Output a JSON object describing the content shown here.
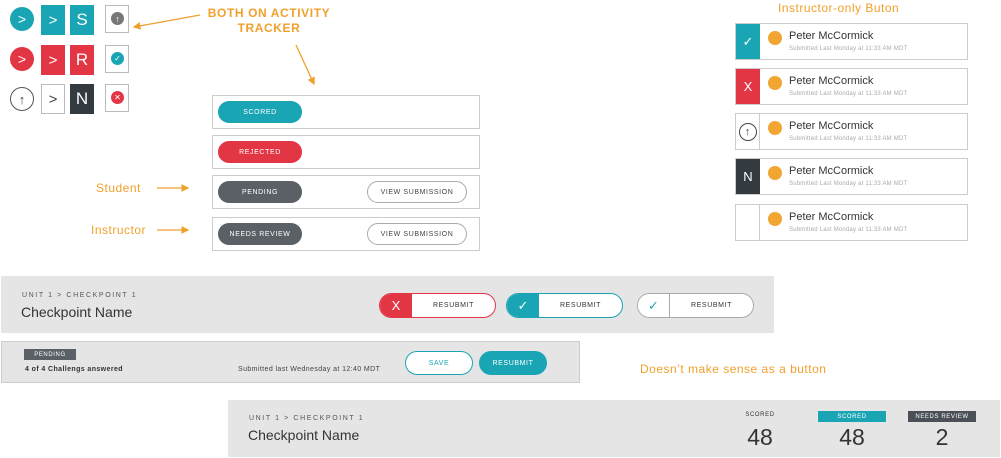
{
  "annotations": {
    "both_tracker": "BOTH ON ACTIVITY\nTRACKER",
    "instructor_only": "Instructor-only Buton",
    "student": "Student",
    "instructor": "Instructor",
    "no_sense": "Doesn’t make sense as a button"
  },
  "icon_grid": {
    "row1": [
      ">",
      ">",
      "S"
    ],
    "row2": [
      ">",
      ">",
      "R"
    ],
    "row3": [
      "↑",
      ">",
      "N"
    ]
  },
  "status_rows": {
    "scored": "SCORED",
    "rejected": "REJECTED",
    "pending": "PENDING",
    "needs_review": "NEEDS REVIEW",
    "view_submission": "VIEW SUBMISSION"
  },
  "submission_cards": [
    {
      "marker": "✓",
      "name": "Peter McCormick",
      "sub": "Submitted Last Monday at 11:33 AM MDT"
    },
    {
      "marker": "X",
      "name": "Peter McCormick",
      "sub": "Submitted Last Monday at 11:33 AM MDT"
    },
    {
      "marker": "↑",
      "name": "Peter McCormick",
      "sub": "Submitted Last Monday at 11:33 AM MDT"
    },
    {
      "marker": "N",
      "name": "Peter McCormick",
      "sub": "Submitted Last Monday at 11:33 AM MDT"
    },
    {
      "marker": "",
      "name": "Peter McCormick",
      "sub": "Submitted Last Monday at 11:33 AM MDT"
    }
  ],
  "header1": {
    "breadcrumb": "UNIT 1  >  CHECKPOINT 1",
    "title": "Checkpoint Name",
    "buttons": [
      {
        "icon": "X",
        "label": "RESUBMIT"
      },
      {
        "icon": "✓",
        "label": "RESUBMIT"
      },
      {
        "icon": "✓",
        "label": "RESUBMIT"
      }
    ]
  },
  "pending_bar": {
    "tag": "PENDING",
    "answered": "4 of 4 Challengs answered",
    "submitted": "Submitted last Wednesday at 12:40 MDT",
    "save": "SAVE",
    "resubmit": "RESUBMIT"
  },
  "header2": {
    "breadcrumb": "UNIT 1  >  CHECKPOINT 1",
    "title": "Checkpoint Name",
    "stats": [
      {
        "label": "SCORED",
        "value": "48"
      },
      {
        "label": "SCORED",
        "value": "48"
      },
      {
        "label": "NEEDS REVIEW",
        "value": "2"
      }
    ]
  },
  "colors": {
    "teal": "#1aa5b5",
    "red": "#e23645",
    "dark": "#333b41",
    "orange": "#f0a02c"
  }
}
